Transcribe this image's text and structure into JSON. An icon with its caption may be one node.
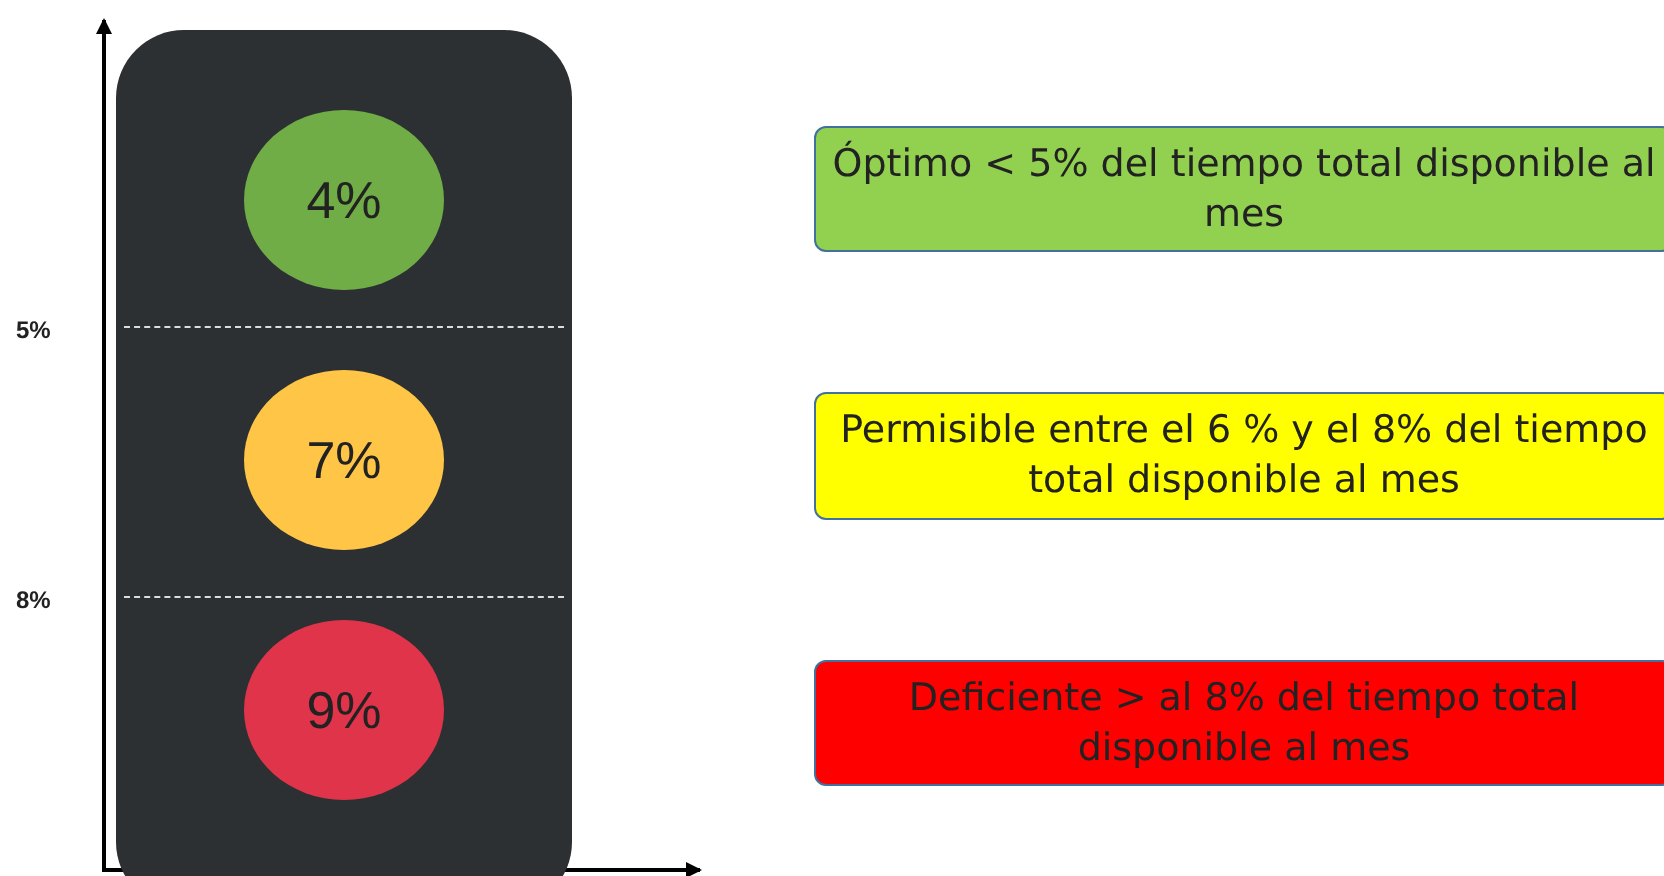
{
  "diagram": {
    "nodes": [
      {
        "text": [],
        "shape": "box"
      },
      {
        "text": [
          "4%"
        ],
        "in": 0
      },
      {
        "text": [
          "7%"
        ],
        "in": 0
      },
      {
        "text": [
          "9%"
        ],
        "in": 0
      },
      {
        "text": [
          "Óptimo < 5% del tiempo total disponible al mes"
        ]
      },
      {
        "text": [
          "Permisible entre el 6 % y el 8% del tiempo total disponible al mes"
        ]
      },
      {
        "text": [
          "Deficiente > al 8% del tiempo total disponible al mes"
        ]
      }
    ],
    "labels": [
      "5%",
      "8%"
    ]
  }
}
